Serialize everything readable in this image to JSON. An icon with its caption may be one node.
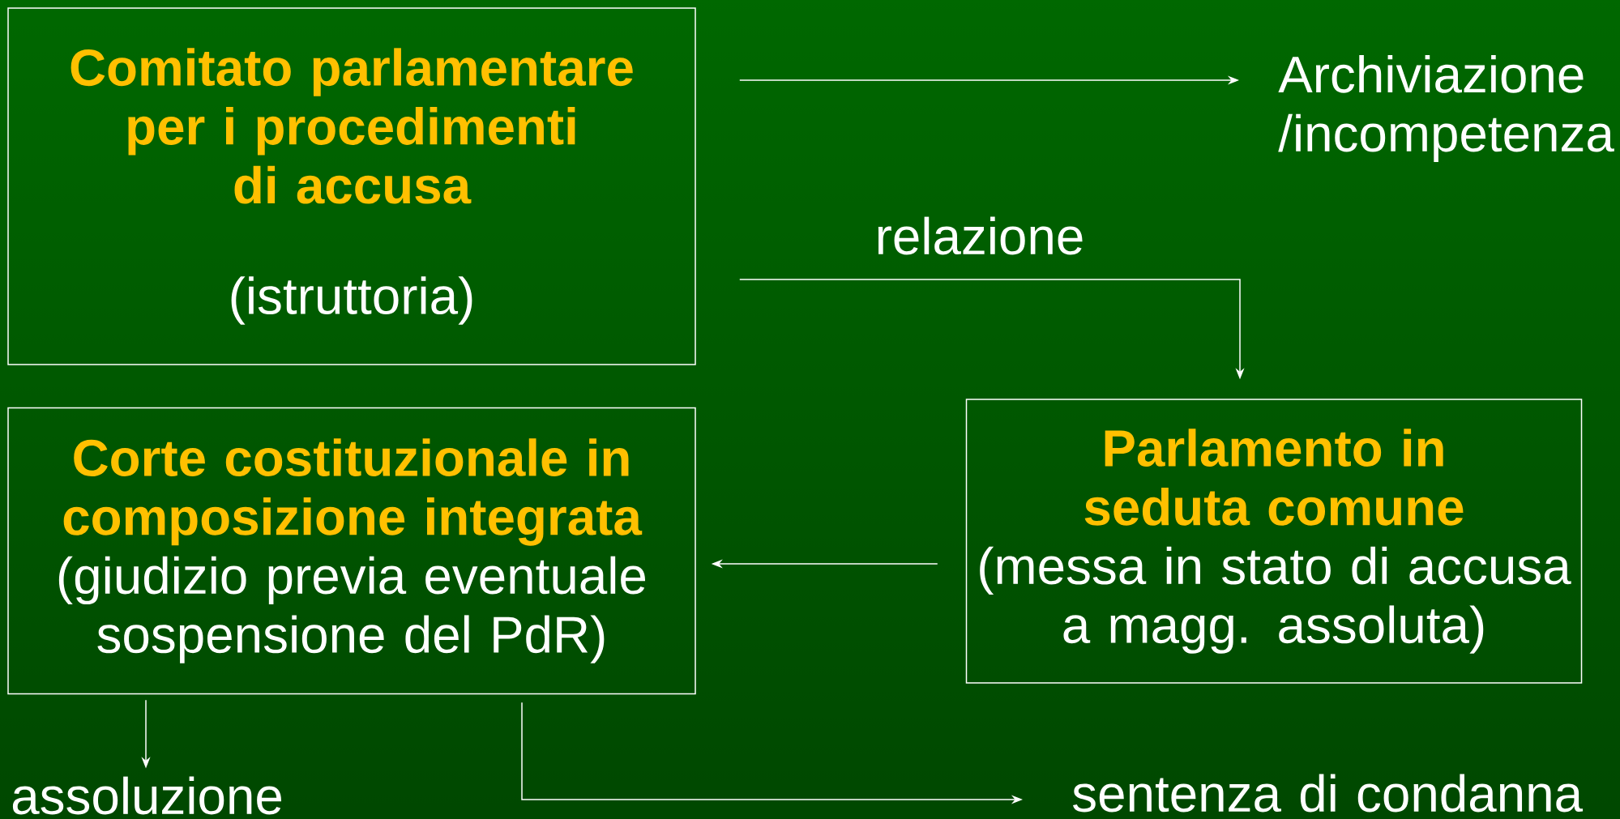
{
  "diagram": {
    "nodes": [
      {
        "text": [
          "Comitato parlamentare per i procedimenti di accusa",
          "(istruttoria)"
        ]
      },
      {
        "text": [
          "Archiviazione /incompetenza"
        ]
      },
      {
        "text": [
          "Parlamento in seduta comune",
          "(messa in stato di accusa a magg. assoluta)"
        ]
      },
      {
        "text": [
          "Corte costituzionale in composizione integrata",
          "(giudizio previa eventuale sospensione del PdR)"
        ]
      },
      {
        "text": [
          "assoluzione"
        ]
      },
      {
        "text": [
          "sentenza di condanna"
        ]
      }
    ],
    "edges": [
      {
        "from": 0,
        "to": 1,
        "arrow": "to"
      },
      {
        "from": 0,
        "to": 2,
        "arrow": "to",
        "label": "relazione"
      },
      {
        "from": 2,
        "to": 3,
        "arrow": "to"
      },
      {
        "from": 3,
        "to": 4,
        "arrow": "to"
      },
      {
        "from": 3,
        "to": 5,
        "arrow": "to"
      }
    ]
  }
}
